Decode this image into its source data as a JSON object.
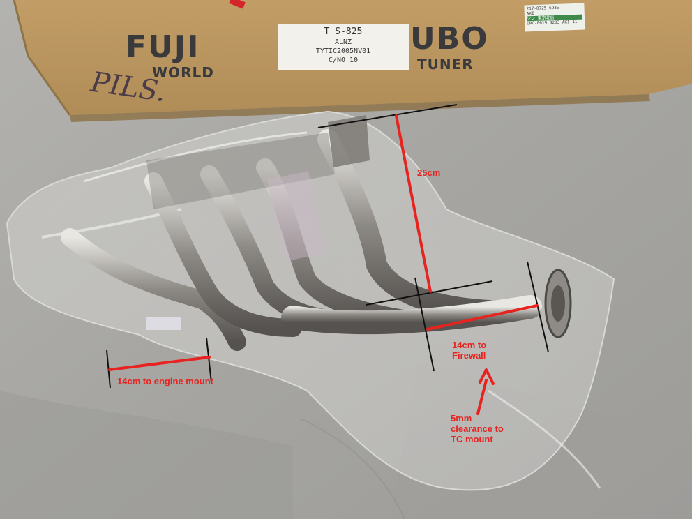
{
  "box": {
    "brand_line1": "FUJI",
    "brand_line1_end": "UBO",
    "brand_line2": "WORLD",
    "brand_line2_end": "TUNER",
    "handwriting": "PILS."
  },
  "box_label": {
    "line1": "T S-825",
    "line2": "ALNZ",
    "line3": "TYTIC2005NV01",
    "line4": "C/NO    10"
  },
  "sticker": {
    "line1": "217-0725 6935",
    "line2": "AKI",
    "line3": "シン 東京北店",
    "line4": "URC-0019 8283 AKI  11"
  },
  "annotations": {
    "height": "25cm",
    "engine_mount": "14cm to engine mount",
    "firewall_line1": "14cm to",
    "firewall_line2": "Firewall",
    "clearance_line1": "5mm",
    "clearance_line2": "clearance to",
    "clearance_line3": "TC mount"
  },
  "colors": {
    "annotation_red": "#e8231f",
    "guide_black": "#111111",
    "cardboard": "#b9955f",
    "concrete": "#a9a9a6"
  }
}
